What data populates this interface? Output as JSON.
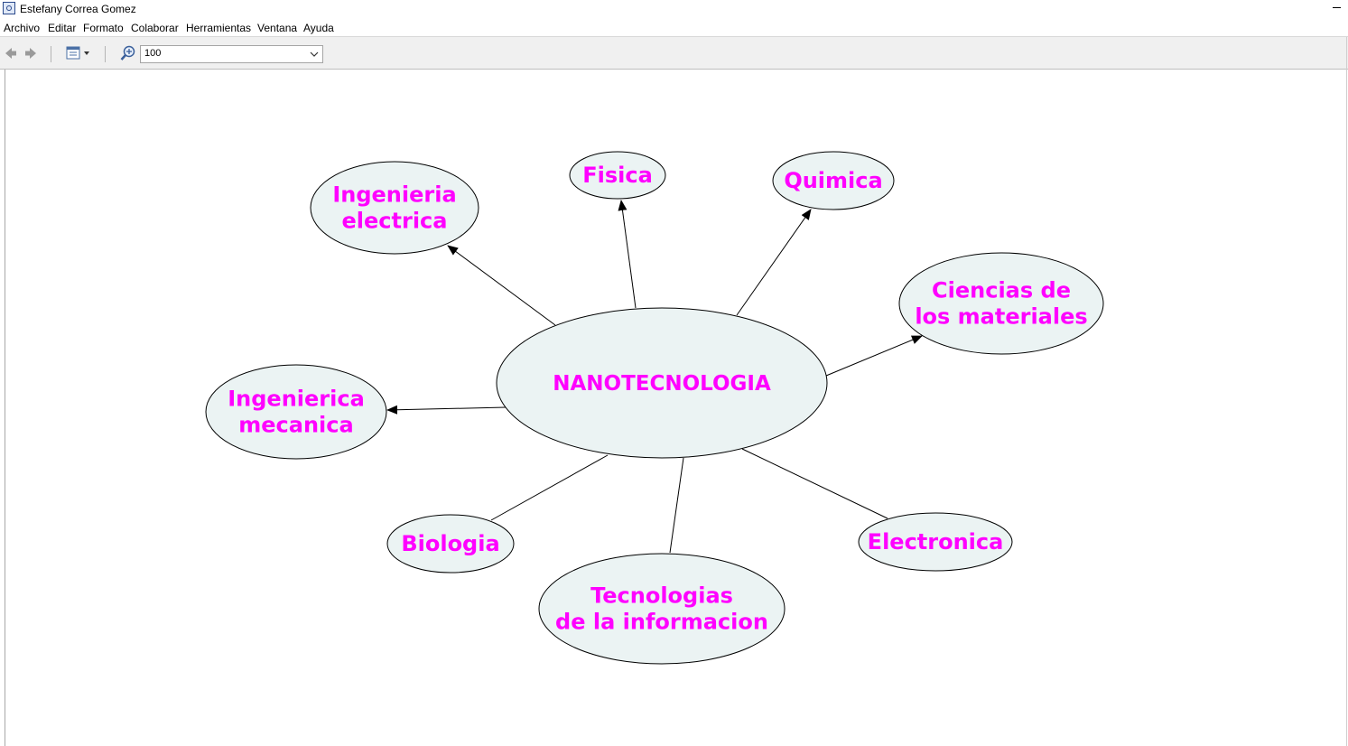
{
  "window": {
    "title": "Estefany Correa Gomez"
  },
  "menu": {
    "items": [
      "Archivo",
      "Editar",
      "Formato",
      "Colaborar",
      "Herramientas",
      "Ventana",
      "Ayuda"
    ]
  },
  "toolbar": {
    "back_icon": "arrow-left-icon",
    "forward_icon": "arrow-right-icon",
    "view_icon": "view-grid-icon",
    "zoom_icon": "zoom-in-icon",
    "zoom_value": "100"
  },
  "map": {
    "node_fill": "#ebf3f3",
    "text_color": "#ff00ff",
    "center": {
      "label": "NANOTECNOLOGIA"
    },
    "nodes": [
      {
        "id": "ingenieria-electrica",
        "lines": [
          "Ingenieria",
          "electrica"
        ],
        "arrow": true
      },
      {
        "id": "fisica",
        "lines": [
          "Fisica"
        ],
        "arrow": true
      },
      {
        "id": "quimica",
        "lines": [
          "Quimica"
        ],
        "arrow": true
      },
      {
        "id": "ciencias-materiales",
        "lines": [
          "Ciencias de",
          "los materiales"
        ],
        "arrow": true
      },
      {
        "id": "ingenierica-mecanica",
        "lines": [
          "Ingenierica",
          "mecanica"
        ],
        "arrow": true
      },
      {
        "id": "biologia",
        "lines": [
          "Biologia"
        ],
        "arrow": false
      },
      {
        "id": "tecnologias-informacion",
        "lines": [
          "Tecnologias",
          "de la informacion"
        ],
        "arrow": false
      },
      {
        "id": "electronica",
        "lines": [
          "Electronica"
        ],
        "arrow": false
      }
    ]
  }
}
